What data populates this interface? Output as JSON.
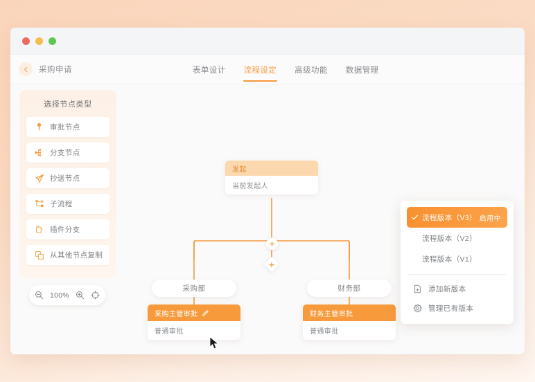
{
  "window": {
    "traffic_lights": [
      "close",
      "minimize",
      "maximize"
    ],
    "colors": {
      "accent": "#f79a3c",
      "accent_light": "#fbd8ae",
      "page_bg": "#fad5bb",
      "card_bg": "#fafafa"
    }
  },
  "header": {
    "back_icon": "chevron-left-icon",
    "back_label": "采购申请",
    "tabs": [
      {
        "label": "表单设计",
        "active": false
      },
      {
        "label": "流程设定",
        "active": true
      },
      {
        "label": "高级功能",
        "active": false
      },
      {
        "label": "数据管理",
        "active": false
      }
    ]
  },
  "sidebar": {
    "title": "选择节点类型",
    "items": [
      {
        "label": "审批节点",
        "icon": "map-pin-icon"
      },
      {
        "label": "分支节点",
        "icon": "branch-icon"
      },
      {
        "label": "抄送节点",
        "icon": "paper-plane-icon"
      },
      {
        "label": "子流程",
        "icon": "subflow-icon"
      },
      {
        "label": "插件分支",
        "icon": "puzzle-icon"
      },
      {
        "label": "从其他节点复制",
        "icon": "copy-icon"
      }
    ]
  },
  "zoom_bar": {
    "zoom_out_icon": "zoom-out-icon",
    "value": "100%",
    "zoom_in_icon": "zoom-in-icon",
    "fit_icon": "fit-to-screen-icon"
  },
  "flow": {
    "start_node": {
      "header": "发起",
      "body": "当前发起人"
    },
    "add_buttons": [
      {
        "shape": "circle",
        "label": "+"
      },
      {
        "shape": "diamond",
        "label": "+"
      },
      {
        "shape": "circle",
        "label": "+"
      },
      {
        "shape": "circle",
        "label": "+"
      }
    ],
    "branches": [
      {
        "pill_label": "采购部",
        "node": {
          "header": "采购主管审批",
          "body": "普通审批",
          "selected": true,
          "edit_icon": "pencil-icon"
        }
      },
      {
        "pill_label": "财务部",
        "node": {
          "header": "财务主管审批",
          "body": "普通审批",
          "selected": true,
          "edit_icon": null
        }
      }
    ],
    "cursor_icon": "mouse-pointer-icon"
  },
  "version_panel": {
    "versions": [
      {
        "label": "流程版本（V3）",
        "active": true,
        "badge": "启用中",
        "check_icon": "check-icon"
      },
      {
        "label": "流程版本（V2）",
        "active": false,
        "badge": null,
        "check_icon": null
      },
      {
        "label": "流程版本（V1）",
        "active": false,
        "badge": null,
        "check_icon": null
      }
    ],
    "actions": [
      {
        "label": "添加新版本",
        "icon": "file-plus-icon"
      },
      {
        "label": "管理已有版本",
        "icon": "gear-icon"
      }
    ]
  }
}
